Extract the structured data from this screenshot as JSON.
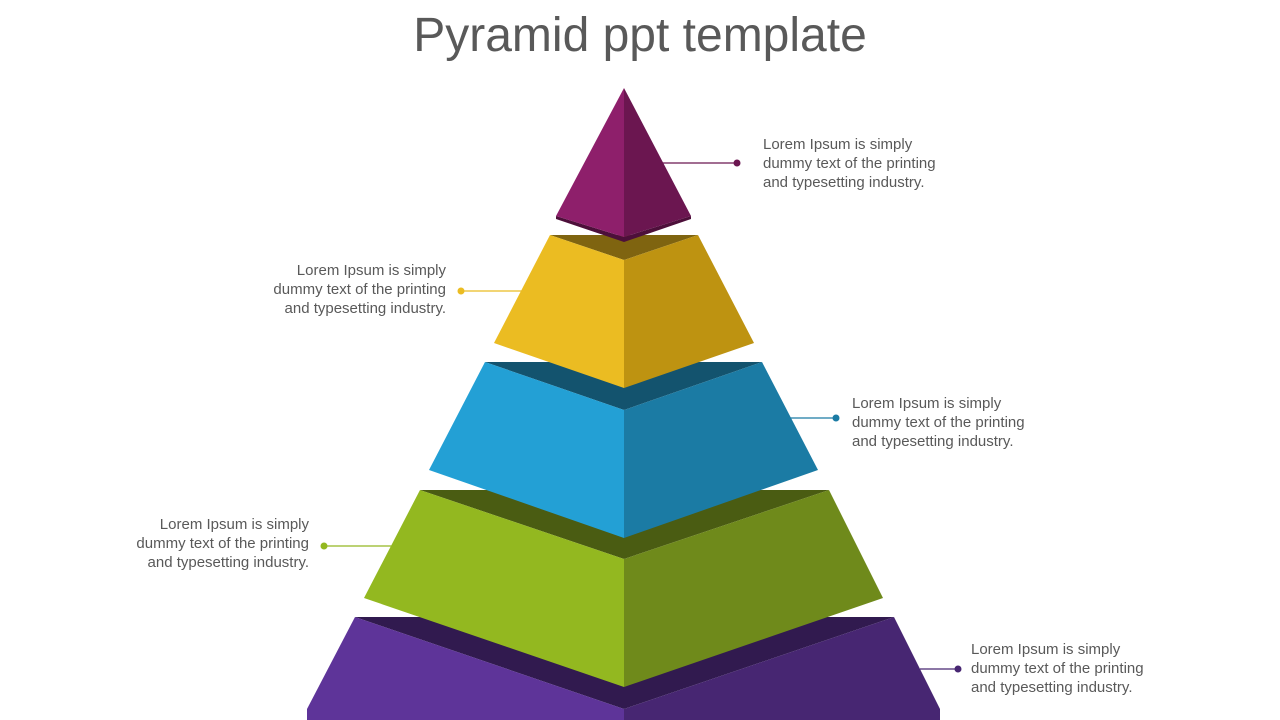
{
  "title": "Pyramid ppt template",
  "tiers": [
    {
      "level": 1,
      "color": "#8E1F6B",
      "text": [
        "Lorem Ipsum  is simply",
        "dummy  text  of the  printing",
        "and typesetting  industry."
      ]
    },
    {
      "level": 2,
      "color": "#EBBC22",
      "text": [
        "Lorem Ipsum  is simply",
        "dummy  text  of the  printing",
        "and typesetting  industry."
      ]
    },
    {
      "level": 3,
      "color": "#1B7BA4",
      "text": [
        "Lorem Ipsum  is simply",
        "dummy  text  of the  printing",
        "and typesetting  industry."
      ]
    },
    {
      "level": 4,
      "color": "#93B820",
      "text": [
        "Lorem Ipsum  is simply",
        "dummy  text  of the  printing",
        "and typesetting  industry."
      ]
    },
    {
      "level": 5,
      "color": "#472672",
      "text": [
        "Lorem Ipsum  is simply",
        "dummy  text  of the  printing",
        "and typesetting  industry."
      ]
    }
  ]
}
